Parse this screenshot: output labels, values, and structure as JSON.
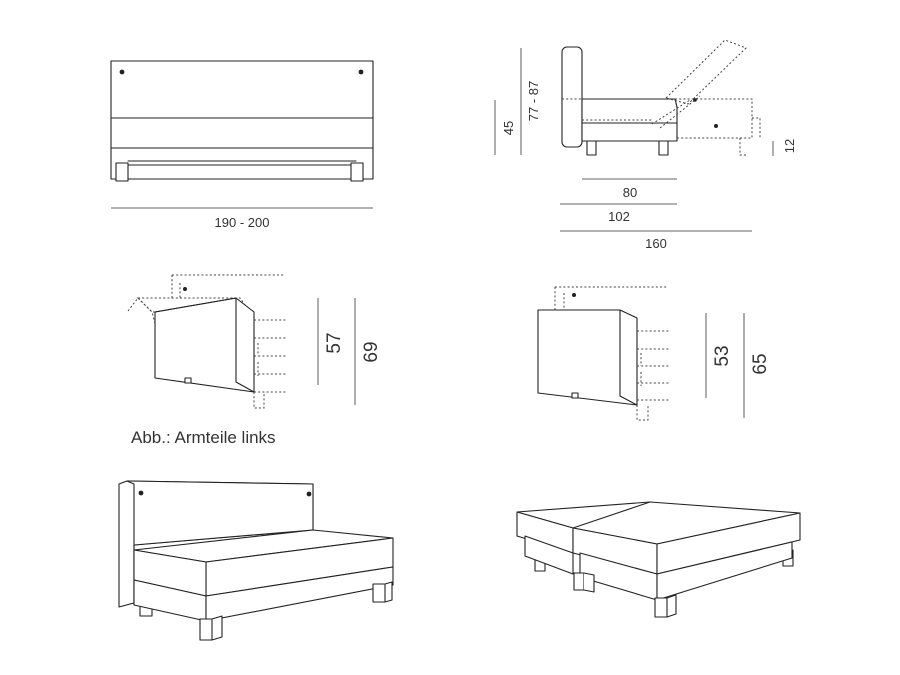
{
  "front_view": {
    "width_label": "190 - 200"
  },
  "side_view": {
    "seat_height_label": "45",
    "total_height_label": "77 - 87",
    "depth_label": "80",
    "depth_with_back_label": "102",
    "bed_length_label": "160",
    "foot_height_label": "12"
  },
  "armrest_left": {
    "inner_height_label": "57",
    "outer_height_label": "69"
  },
  "armrest_right": {
    "inner_height_label": "53",
    "outer_height_label": "65"
  },
  "caption": "Abb.: Armteile links"
}
